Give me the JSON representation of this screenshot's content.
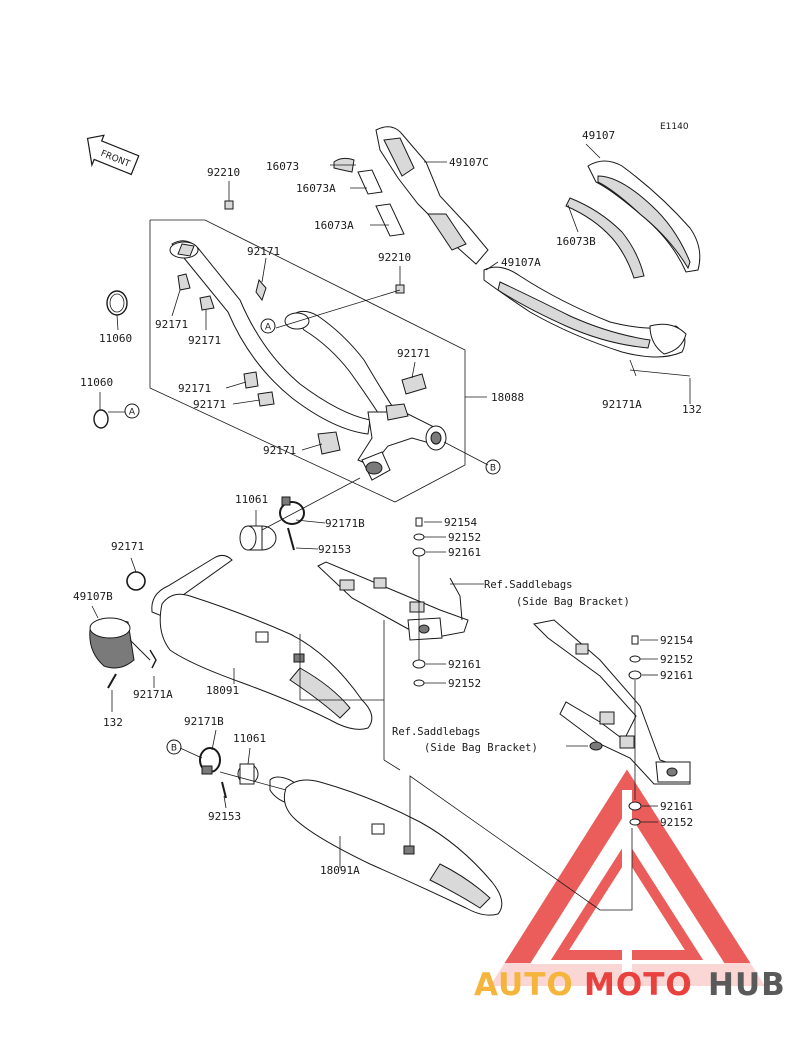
{
  "diagram": {
    "code": "E1140",
    "front_label": "FRONT",
    "refs": {
      "saddle1_line1": "Ref.Saddlebags",
      "saddle1_line2": "(Side Bag Bracket)",
      "saddle2_line1": "Ref.Saddlebags",
      "saddle2_line2": "(Side Bag Bracket)"
    },
    "circles": {
      "A": "A",
      "B": "B"
    },
    "labels": {
      "p16073": "16073",
      "p16073A_1": "16073A",
      "p16073A_2": "16073A",
      "p49107C": "49107C",
      "p49107": "49107",
      "p16073B": "16073B",
      "p49107A": "49107A",
      "p92210_1": "92210",
      "p92210_2": "92210",
      "p92171_1": "92171",
      "p92171_2": "92171",
      "p92171_3": "92171",
      "p92171_4": "92171",
      "p92171_5": "92171",
      "p92171_6": "92171",
      "p92171_7": "92171",
      "p92171_8": "92171",
      "p11060_1": "11060",
      "p11060_2": "11060",
      "p18088": "18088",
      "p92171A_1": "92171A",
      "p92171A_2": "92171A",
      "p132_1": "132",
      "p132_2": "132",
      "p11061_1": "11061",
      "p11061_2": "11061",
      "p92171B_1": "92171B",
      "p92171B_2": "92171B",
      "p92153_1": "92153",
      "p92153_2": "92153",
      "p92154_1": "92154",
      "p92154_2": "92154",
      "p92152_1": "92152",
      "p92152_2": "92152",
      "p92152_3": "92152",
      "p92152_4": "92152",
      "p92161_1": "92161",
      "p92161_2": "92161",
      "p92161_3": "92161",
      "p92161_4": "92161",
      "p49107B": "49107B",
      "p18091": "18091",
      "p18091A": "18091A"
    }
  },
  "watermark": {
    "text_part1": "AUTO",
    "text_part2": "MOTO",
    "text_part3": "HUB",
    "colors": {
      "auto": "#f5b43c",
      "moto": "#e8413e",
      "hub": "#5a5a5a",
      "triangle": "#e8413e"
    }
  }
}
